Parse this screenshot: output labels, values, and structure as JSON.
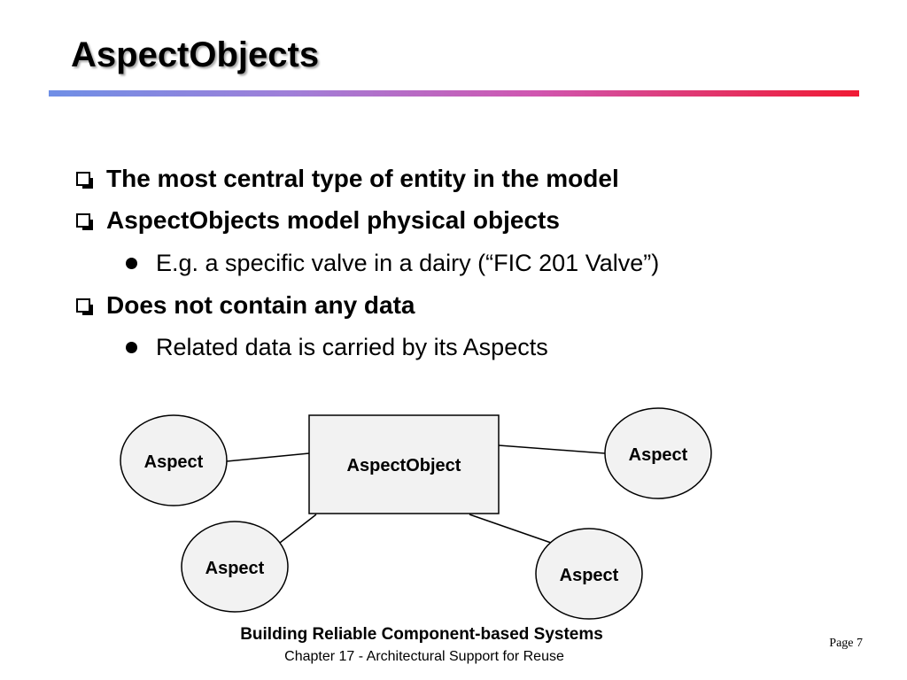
{
  "slide": {
    "title": "AspectObjects"
  },
  "bullets": [
    {
      "text": "The most central type of entity in the model"
    },
    {
      "text": "AspectObjects model physical objects"
    },
    {
      "text": "E.g. a specific valve in a dairy (“FIC 201 Valve”)"
    },
    {
      "text": "Does not contain any data"
    },
    {
      "text": "Related data is carried by its Aspects"
    }
  ],
  "diagram": {
    "center_label": "AspectObject",
    "aspects": [
      {
        "label": "Aspect"
      },
      {
        "label": "Aspect"
      },
      {
        "label": "Aspect"
      },
      {
        "label": "Aspect"
      }
    ]
  },
  "footer": {
    "title": "Building Reliable Component-based Systems",
    "subtitle": "Chapter 17 - Architectural Support for Reuse",
    "page": "Page 7"
  }
}
